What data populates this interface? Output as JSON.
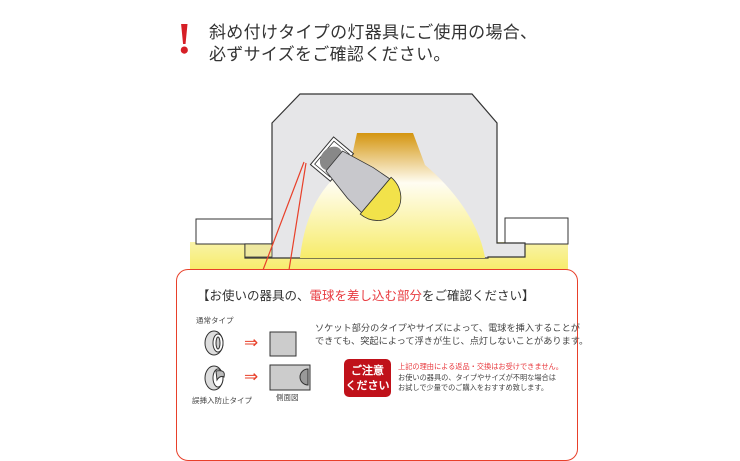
{
  "title": {
    "line1": "斜め付けタイプの灯器具にご使用の場合、",
    "line2": "必ずサイズをご確認ください。",
    "mark": "!"
  },
  "panel": {
    "heading_pre": "【お使いの器具の、",
    "heading_red": "電球を差し込む部分",
    "heading_post": "をご確認ください】",
    "normal_type": "通常タイプ",
    "anti_type": "誤挿入防止タイプ",
    "side_view": "側面図",
    "arrow": "⇒",
    "desc_line1": "ソケット部分のタイプやサイズによって、電球を挿入することが",
    "desc_line2": "できても、突起によって浮きが生じ、点灯しないことがあります。",
    "badge_line1": "ご注意",
    "badge_line2": "ください",
    "warning": "上記の理由による返品・交換はお受けできません。",
    "note_line1": "お使いの器具の、タイプやサイズが不明な場合は",
    "note_line2": "お試しで少量でのご購入をおすすめ致します。"
  },
  "colors": {
    "accent_red": "#e8402a",
    "badge_red": "#c0111a",
    "light_yellow": "#f7ee8a",
    "fixture_gray": "#e6e6e8"
  }
}
